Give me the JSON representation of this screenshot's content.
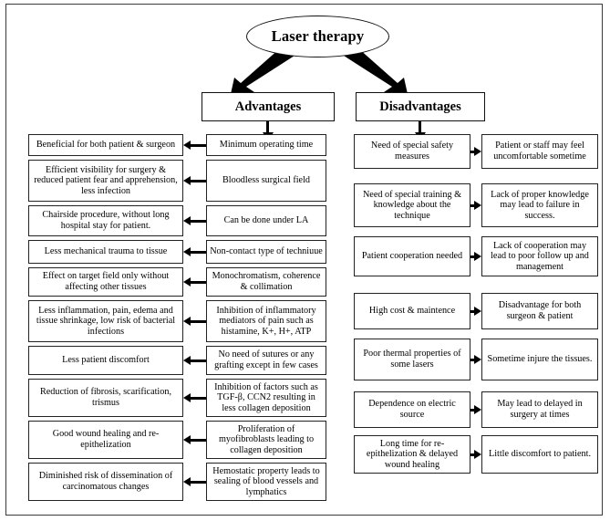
{
  "diagram": {
    "root": {
      "label": "Laser therapy",
      "shape": "ellipse"
    },
    "branches": [
      {
        "id": "advantages",
        "header": "Advantages"
      },
      {
        "id": "disadvantages",
        "header": "Disadvantages"
      }
    ]
  },
  "advantages": {
    "cause_column": [
      "Minimum operating time",
      "Bloodless surgical field",
      "Can be done under LA",
      "Non-contact type of techniuue",
      "Monochromatism, coherence & collimation",
      "Inhibition of inflammatory mediators of pain such as histamine, K+, H+, ATP",
      "No need of sutures or any grafting except in few cases",
      "Inhibition of factors such as TGF-β, CCN2 resulting in less collagen deposition",
      "Proliferation of myofibroblasts leading to collagen deposition",
      "Hemostatic property leads to sealing of blood vessels and lymphatics"
    ],
    "effect_column": [
      "Beneficial for both patient & surgeon",
      "Efficient visibility for surgery & reduced patient fear and apprehension, less infection",
      "Chairside procedure, without long hospital stay for patient.",
      "Less mechanical trauma to tissue",
      "Effect on target field only without affecting other tissues",
      "Less inflammation, pain, edema and tissue shrinkage, low risk of bacterial infections",
      "Less patient discomfort",
      "Reduction of fibrosis, scarification, trismus",
      "Good wound healing and re-epithelization",
      "Diminished risk of dissemination of carcinomatous changes"
    ]
  },
  "disadvantages": {
    "cause_column": [
      "Need of special safety measures",
      "Need of special training & knowledge about the technique",
      "Patient cooperation needed",
      "High cost & maintence",
      "Poor thermal properties of some lasers",
      "Dependence on electric source",
      "Long time for re-epithelization & delayed wound healing"
    ],
    "effect_column": [
      "Patient or staff may feel uncomfortable sometime",
      "Lack of proper knowledge may lead to failure in success.",
      "Lack of cooperation may lead to poor follow up and management",
      "Disadvantage for both surgeon & patient",
      "Sometime injure the tissues.",
      "May lead to delayed in surgery at times",
      "Little discomfort to patient."
    ]
  },
  "colors": {
    "line": "#000000",
    "border": "#222222",
    "background": "#ffffff"
  }
}
